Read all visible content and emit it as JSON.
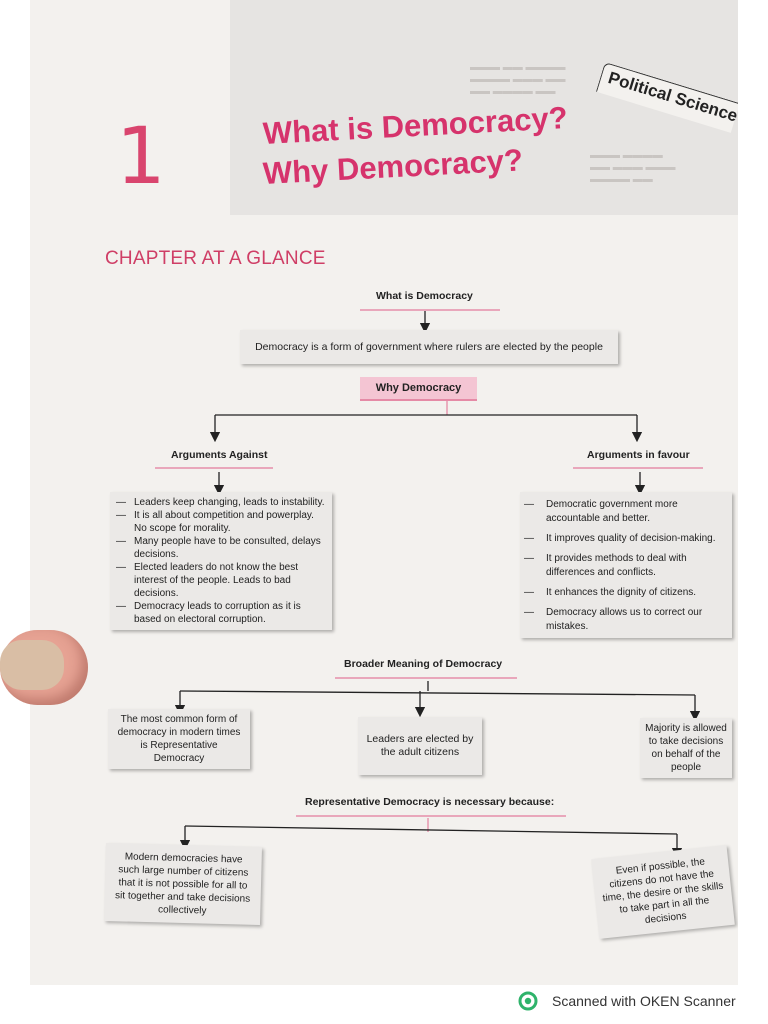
{
  "header": {
    "chapter_number": "1",
    "title_line1": "What is Democracy?",
    "title_line2": "Why Democracy?",
    "subject_tag": "Political Science"
  },
  "chapter_at_a_glance": "CHAPTER AT A GLANCE",
  "flowchart": {
    "what_is_democracy": "What is Democracy",
    "definition": "Democracy is a form of government where rulers are elected by the people",
    "why_democracy": "Why Democracy",
    "arguments_against": {
      "heading": "Arguments Against",
      "items": [
        "Leaders keep changing, leads to instability.",
        "It is all about competition and powerplay. No scope for morality.",
        "Many people have to be consulted, delays decisions.",
        "Elected leaders do not know the best interest of the people. Leads to bad decisions.",
        "Democracy leads to corruption as it is based on electoral corruption."
      ]
    },
    "arguments_in_favour": {
      "heading": "Arguments in favour",
      "items": [
        "Democratic government more accountable and better.",
        "It improves quality of decision-making.",
        "It provides methods to deal with differences and conflicts.",
        "It enhances the dignity of citizens.",
        "Democracy allows us to correct our mistakes."
      ]
    },
    "broader_meaning": {
      "heading": "Broader Meaning of Democracy",
      "left": "The most common form of democracy in modern times is Representative Democracy",
      "middle": "Leaders are elected by the adult citizens",
      "right": "Majority is allowed to take decisions on behalf of the people"
    },
    "representative": {
      "heading": "Representative Democracy is necessary because:",
      "left": "Modern democracies have such large number of citizens that it is not possible for all to sit together and take decisions collectively",
      "right": "Even if possible, the citizens do not have the time, the desire or the skills to take part in all the decisions"
    }
  },
  "footer": {
    "scanner_text": "Scanned with OKEN Scanner"
  },
  "colors": {
    "accent_pink": "#d6336c",
    "label_pink": "#f4c5d3",
    "scanner_green": "#2fb36b"
  }
}
